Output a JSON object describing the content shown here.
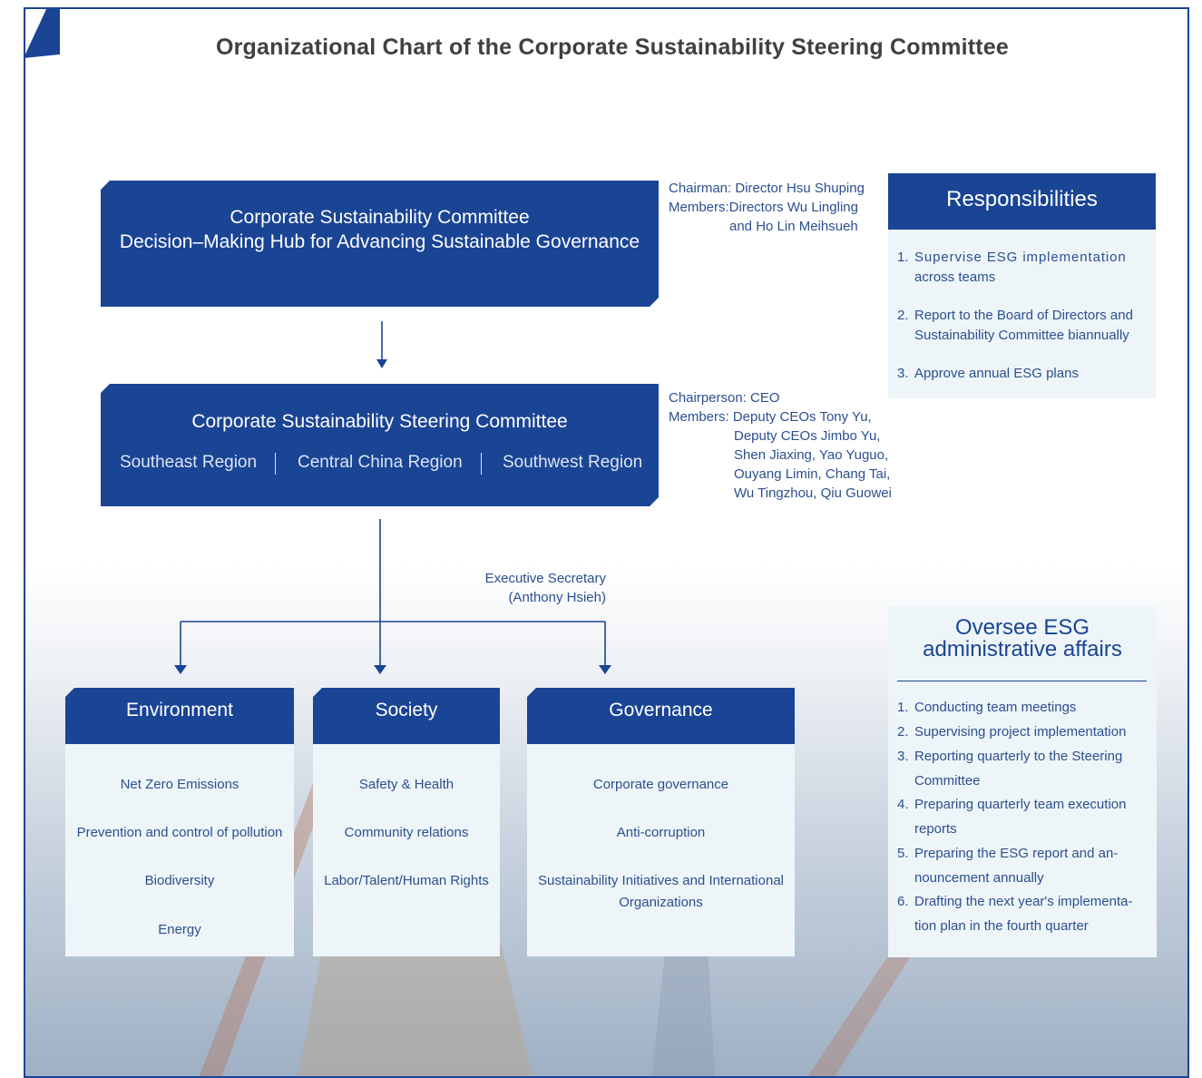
{
  "title": "Organizational Chart of the Corporate Sustainability Steering Committee",
  "committee": {
    "line1": "Corporate Sustainability Committee",
    "line2": "Decision–Making Hub for Advancing Sustainable Governance",
    "chairman": "Chairman: Director Hsu Shuping",
    "members_1": "Members:Directors Wu Lingling",
    "members_2": "and Ho Lin Meihsueh"
  },
  "responsibilities": {
    "heading": "Responsibilities",
    "items": [
      {
        "num": "1.",
        "line1": "Supervise ESG implementation",
        "line2": "across teams"
      },
      {
        "num": "2.",
        "line1": "Report to the Board of Directors and",
        "line2": "Sustainability Committee biannually"
      },
      {
        "num": "3.",
        "line1": "Approve annual ESG plans",
        "line2": ""
      }
    ]
  },
  "steering": {
    "title": "Corporate Sustainability Steering Committee",
    "regions": [
      "Southeast Region",
      "Central China Region",
      "Southwest Region"
    ],
    "separator": "|",
    "chairperson": "Chairperson: CEO",
    "members_lines": [
      "Members: Deputy CEOs Tony Yu,",
      "Deputy CEOs Jimbo Yu,",
      "Shen Jiaxing, Yao Yuguo,",
      "Ouyang Limin, Chang Tai,",
      "Wu Tingzhou, Qiu Guowei"
    ]
  },
  "executive_secretary": {
    "line1": "Executive Secretary",
    "line2": "(Anthony Hsieh)"
  },
  "categories": [
    {
      "heading": "Environment",
      "items": [
        "Net Zero Emissions",
        "Prevention and control of pollution",
        "Biodiversity",
        "Energy"
      ]
    },
    {
      "heading": "Society",
      "items": [
        "Safety & Health",
        "Community relations",
        "Labor/Talent/Human Rights"
      ]
    },
    {
      "heading": "Governance",
      "items": [
        "Corporate governance",
        "Anti-corruption",
        "Sustainability Initiatives and International",
        "Organizations"
      ]
    }
  ],
  "oversee": {
    "title_line1": "Oversee ESG",
    "title_line2": "administrative affairs",
    "items": [
      {
        "num": "1.",
        "lines": [
          "Conducting team meetings"
        ]
      },
      {
        "num": "2.",
        "lines": [
          "Supervising project implementation"
        ]
      },
      {
        "num": "3.",
        "lines": [
          "Reporting quarterly to the Steering",
          "Committee"
        ]
      },
      {
        "num": "4.",
        "lines": [
          "Preparing quarterly team execution",
          "reports"
        ]
      },
      {
        "num": "5.",
        "lines": [
          "Preparing the ESG report and an-",
          "nouncement annually"
        ]
      },
      {
        "num": "6.",
        "lines": [
          "Drafting the next year's implementa-",
          "tion plan in the fourth quarter"
        ]
      }
    ]
  },
  "colors": {
    "navy": "#1a4494",
    "text_blue": "#2c4f8f",
    "panel_bg": "#eef5f8",
    "title_gray": "#404040"
  }
}
